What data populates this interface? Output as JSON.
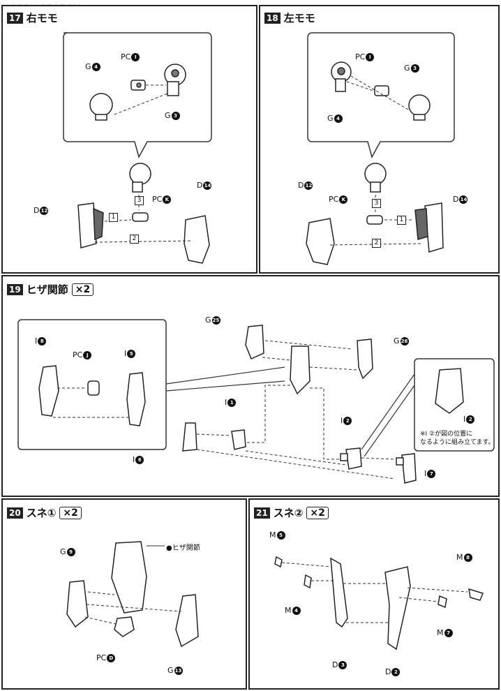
{
  "watermark": "HOBBY SEARCH",
  "steps": {
    "s17": {
      "num": "17",
      "title": "右モモ"
    },
    "s18": {
      "num": "18",
      "title": "左モモ"
    },
    "s19": {
      "num": "19",
      "title": "ヒザ関節",
      "qty": "×2"
    },
    "s20": {
      "num": "20",
      "title": "スネ①",
      "qty": "×2"
    },
    "s21": {
      "num": "21",
      "title": "スネ②",
      "qty": "×2"
    }
  },
  "parts": {
    "s17": {
      "g4": {
        "p": "G",
        "n": "4"
      },
      "pci": {
        "p": "PC",
        "n": "I"
      },
      "g3": {
        "p": "G",
        "n": "3"
      },
      "pck": {
        "p": "PC",
        "n": "K"
      },
      "d14": {
        "p": "D",
        "n": "14"
      },
      "d12": {
        "p": "D",
        "n": "12"
      }
    },
    "s18": {
      "pci": {
        "p": "PC",
        "n": "I"
      },
      "g3": {
        "p": "G",
        "n": "3"
      },
      "g4": {
        "p": "G",
        "n": "4"
      },
      "pck": {
        "p": "PC",
        "n": "K"
      },
      "d12": {
        "p": "D",
        "n": "12"
      },
      "d14": {
        "p": "D",
        "n": "14"
      }
    },
    "s19": {
      "i8": {
        "p": "I",
        "n": "8"
      },
      "pcj": {
        "p": "PC",
        "n": "J"
      },
      "i5": {
        "p": "I",
        "n": "5"
      },
      "g25": {
        "p": "G",
        "n": "25"
      },
      "g26": {
        "p": "G",
        "n": "26"
      },
      "i1": {
        "p": "I",
        "n": "1"
      },
      "i6": {
        "p": "I",
        "n": "6"
      },
      "i2a": {
        "p": "I",
        "n": "2"
      },
      "i2b": {
        "p": "I",
        "n": "2"
      },
      "i7": {
        "p": "I",
        "n": "7"
      }
    },
    "s20": {
      "g9": {
        "p": "G",
        "n": "9"
      },
      "knee": {
        "p": "",
        "n": "●ヒザ関節"
      },
      "pcd": {
        "p": "PC",
        "n": "D"
      },
      "g13": {
        "p": "G",
        "n": "13"
      }
    },
    "s21": {
      "m5": {
        "p": "M",
        "n": "5"
      },
      "m8": {
        "p": "M",
        "n": "8"
      },
      "m4": {
        "p": "M",
        "n": "4"
      },
      "m7": {
        "p": "M",
        "n": "7"
      },
      "d3": {
        "p": "D",
        "n": "3"
      },
      "d2": {
        "p": "D",
        "n": "2"
      }
    }
  },
  "order_boxes": {
    "b1": "1",
    "b2": "2",
    "b3": "3"
  },
  "notes": {
    "s19": [
      "※I ②が図の位置に",
      "なるように組み立てます。"
    ]
  }
}
